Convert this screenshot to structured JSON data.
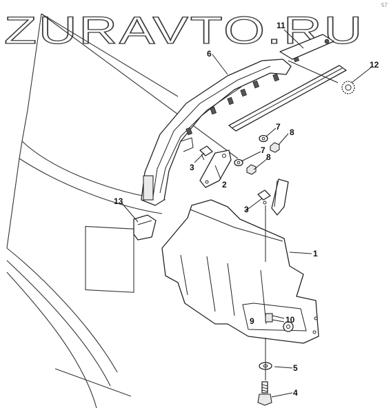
{
  "watermark": "ZURAVTO.RU",
  "corner_mark": "57",
  "callouts": {
    "n1": "1",
    "n2": "2",
    "n3a": "3",
    "n3b": "3",
    "n4": "4",
    "n5": "5",
    "n6": "6",
    "n7a": "7",
    "n7b": "7",
    "n8a": "8",
    "n8b": "8",
    "n9": "9",
    "n10": "10",
    "n11": "11",
    "n12": "12",
    "n13": "13"
  }
}
